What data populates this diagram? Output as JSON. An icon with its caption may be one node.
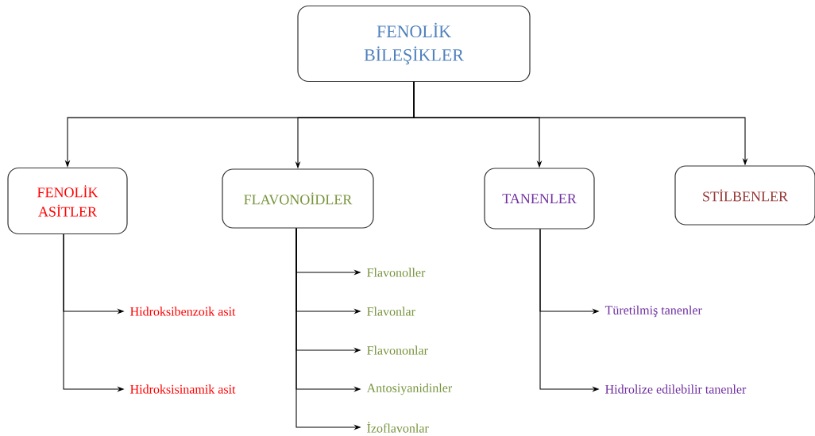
{
  "diagram": {
    "nodes": [
      {
        "text": [
          "FENOLİK BİLEŞİKLER"
        ]
      },
      {
        "text": [
          "FENOLİK ASİTLER"
        ]
      },
      {
        "text": [
          "FLAVONOİDLER"
        ]
      },
      {
        "text": [
          "TANENLER"
        ]
      },
      {
        "text": [
          "STİLBENLER"
        ]
      },
      {
        "text": [
          "Hidroksibenzoik asit"
        ]
      },
      {
        "text": [
          "Hidroksisinamik asit"
        ]
      },
      {
        "text": [
          "Flavonoller"
        ]
      },
      {
        "text": [
          "Flavonlar"
        ]
      },
      {
        "text": [
          "Flavononlar"
        ]
      },
      {
        "text": [
          "Antosiyanidinler"
        ]
      },
      {
        "text": [
          "İzoflavonlar"
        ]
      },
      {
        "text": [
          "Türetilmiş tanenler"
        ]
      },
      {
        "text": [
          "Hidrolize edilebilir tanenler"
        ]
      }
    ],
    "edges": [
      {
        "from": 0,
        "to": 1,
        "arrow": "to"
      },
      {
        "from": 0,
        "to": 2,
        "arrow": "to"
      },
      {
        "from": 0,
        "to": 3,
        "arrow": "to"
      },
      {
        "from": 0,
        "to": 4,
        "arrow": "to"
      },
      {
        "from": 1,
        "to": 5,
        "arrow": "to"
      },
      {
        "from": 1,
        "to": 6,
        "arrow": "to"
      },
      {
        "from": 2,
        "to": 7,
        "arrow": "to"
      },
      {
        "from": 2,
        "to": 8,
        "arrow": "to"
      },
      {
        "from": 2,
        "to": 9,
        "arrow": "to"
      },
      {
        "from": 2,
        "to": 10,
        "arrow": "to"
      },
      {
        "from": 2,
        "to": 11,
        "arrow": "to"
      },
      {
        "from": 3,
        "to": 12,
        "arrow": "to"
      },
      {
        "from": 3,
        "to": 13,
        "arrow": "to"
      }
    ]
  }
}
